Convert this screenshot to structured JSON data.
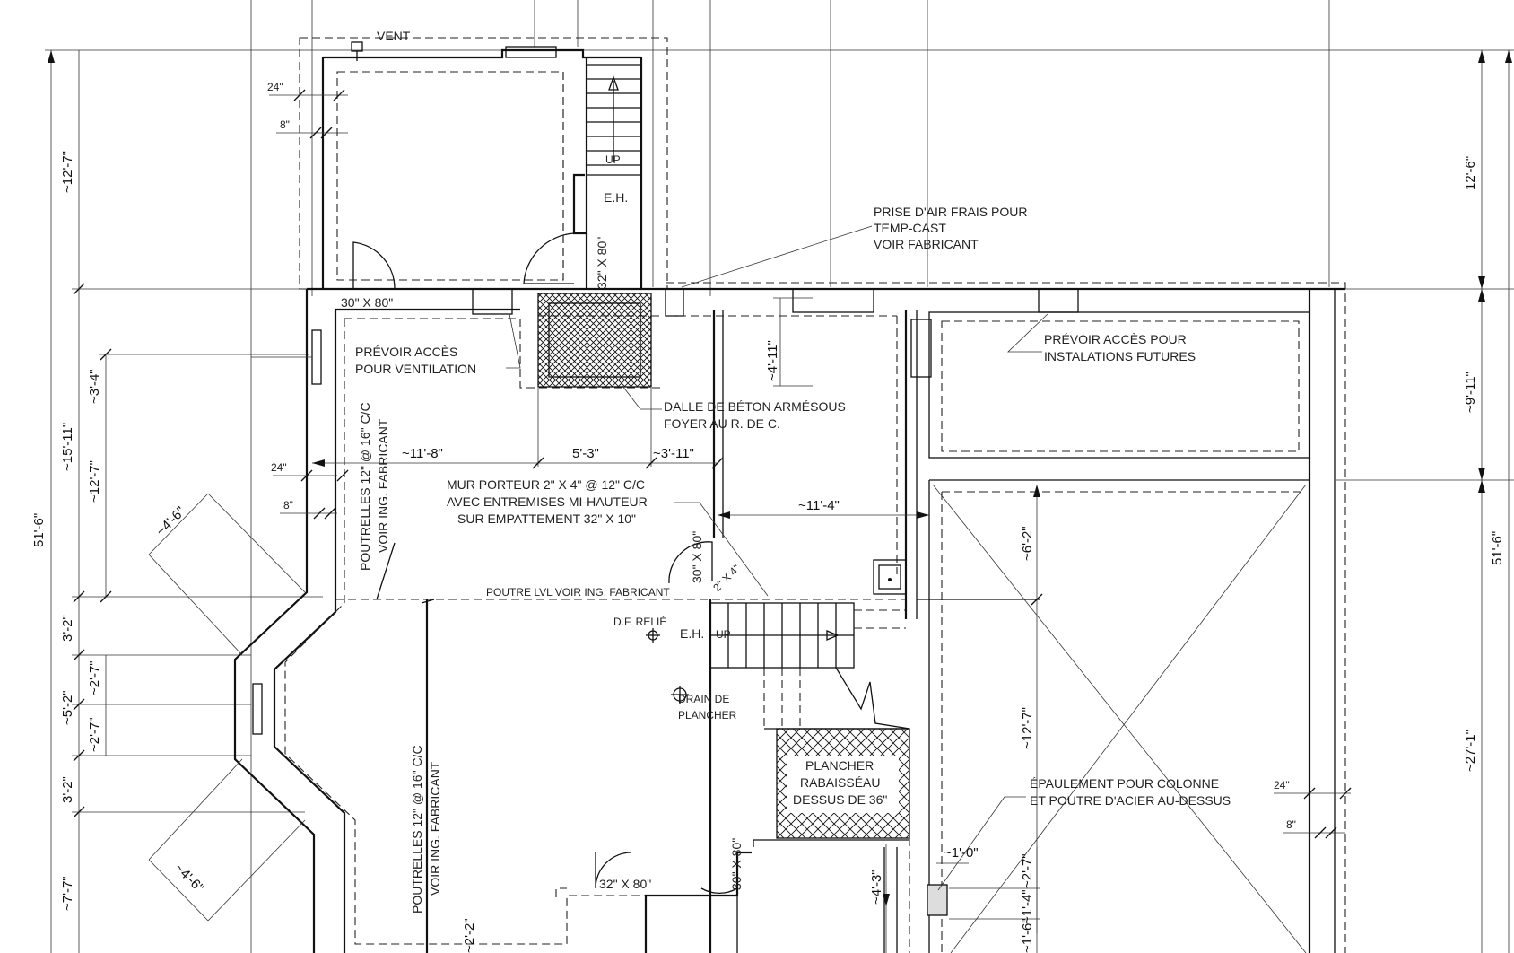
{
  "labels": {
    "vent": "VENT",
    "up_top": "UP",
    "eh_top": "E.H.",
    "door_30x80_top": "30\" X 80\"",
    "door_32x80_v": "32\" X 80\"",
    "prise_1": "PRISE D'AIR FRAIS POUR",
    "prise_2": "TEMP-CAST",
    "prise_3": "VOIR FABRICANT",
    "prevoir_vent_1": "PRÉVOIR ACCÈS",
    "prevoir_vent_2": "POUR VENTILATION",
    "prevoir_inst_1": "PRÉVOIR ACCÈS POUR",
    "prevoir_inst_2": "INSTALATIONS FUTURES",
    "dalle_1": "DALLE DE BÉTON ARMÉSOUS",
    "dalle_2": "FOYER AU R. DE C.",
    "mur_1": "MUR PORTEUR 2\" X 4\" @ 12\" C/C",
    "mur_2": "AVEC ENTREMISES MI-HAUTEUR",
    "mur_3": "SUR EMPATTEMENT 32\" X 10\"",
    "poutrelles_1a": "POUTRELLES 12\" @ 16\" C/C",
    "poutrelles_1b": "VOIR ING. FABRICANT",
    "poutrelles_2a": "POUTRELLES 12\" @ 16\" C/C",
    "poutrelles_2b": "VOIR ING. FABRICANT",
    "poutre_lvl": "POUTRE LVL VOIR ING. FABRICANT",
    "df": "D.F. RELIÉ",
    "eh_mid": "E.H.",
    "up_mid": "UP",
    "drain_1": "DRAIN DE",
    "drain_2": "PLANCHER",
    "plancher_1": "PLANCHER",
    "plancher_2": "RABAISSÉAU",
    "plancher_3": "DESSUS DE 36\"",
    "epaulement_1": "ÉPAULEMENT POUR COLONNE",
    "epaulement_2": "ET POUTRE D'ACIER AU-DESSUS",
    "door_30x80_mid": "30\" X 80\"",
    "door_30x80_low": "30\" X 80\"",
    "door_32x80_low": "32\" X 80\"",
    "stud": "2\" X 4\""
  },
  "dims": {
    "left_total": "51'-6\"",
    "l_12_7_top": "~12'-7\"",
    "l_15_11": "~15'-11\"",
    "l_3_4": "~3'-4\"",
    "l_12_7_mid": "~12'-7\"",
    "l_3_2_a": "3'-2\"",
    "l_5_2": "~5'-2\"",
    "l_2_7_a": "~2'-7\"",
    "l_2_7_b": "~2'-7\"",
    "l_3_2_b": "3'-2\"",
    "l_7_7": "~7'-7\"",
    "d24_a": "24\"",
    "d8_a": "8\"",
    "d24_b": "24\"",
    "d8_b": "8\"",
    "d4_6_a": "~4'-6\"",
    "d4_6_b": "~4'-6\"",
    "d11_8": "~11'-8\"",
    "d5_3": "5'-3\"",
    "d3_11": "~3'-11\"",
    "d4_11": "~4'-11\"",
    "d11_4": "~11'-4\"",
    "d6_2": "~6'-2\"",
    "d12_7_r": "~12'-7\"",
    "r_12_6": "12'-6\"",
    "r_9_11": "~9'-11\"",
    "r_27_1": "~27'-1\"",
    "r_total": "51'-6\"",
    "d24_r": "24\"",
    "d8_r": "8\"",
    "d1_0": "~1'-0\"",
    "d4_3": "~4'-3\"",
    "d2_7_s": "~2'-7\"",
    "d1_4": "~1'-4\"",
    "d2_2": "~2'-2\"",
    "d1_6": "~1'-6\""
  }
}
